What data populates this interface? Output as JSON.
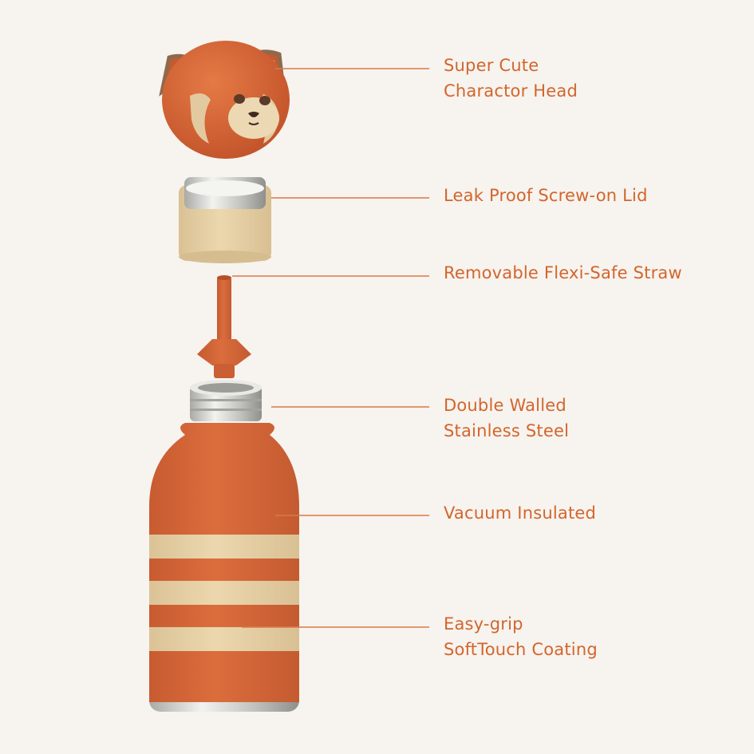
{
  "colors": {
    "background": "#f7f3ef",
    "accent": "#d2662c",
    "bottle_orange": "#d4673a",
    "stripe_cream": "#e6cfa6",
    "lid_tan": "#eed7b1",
    "steel": "#c9c9c6"
  },
  "callouts": [
    {
      "lines": [
        "Super Cute",
        "Charactor Head"
      ]
    },
    {
      "lines": [
        "Leak Proof Screw-on Lid"
      ]
    },
    {
      "lines": [
        "Removable Flexi-Safe Straw"
      ]
    },
    {
      "lines": [
        "Double Walled",
        "Stainless Steel"
      ]
    },
    {
      "lines": [
        "Vacuum Insulated"
      ]
    },
    {
      "lines": [
        "Easy-grip",
        "SoftTouch Coating"
      ]
    }
  ]
}
